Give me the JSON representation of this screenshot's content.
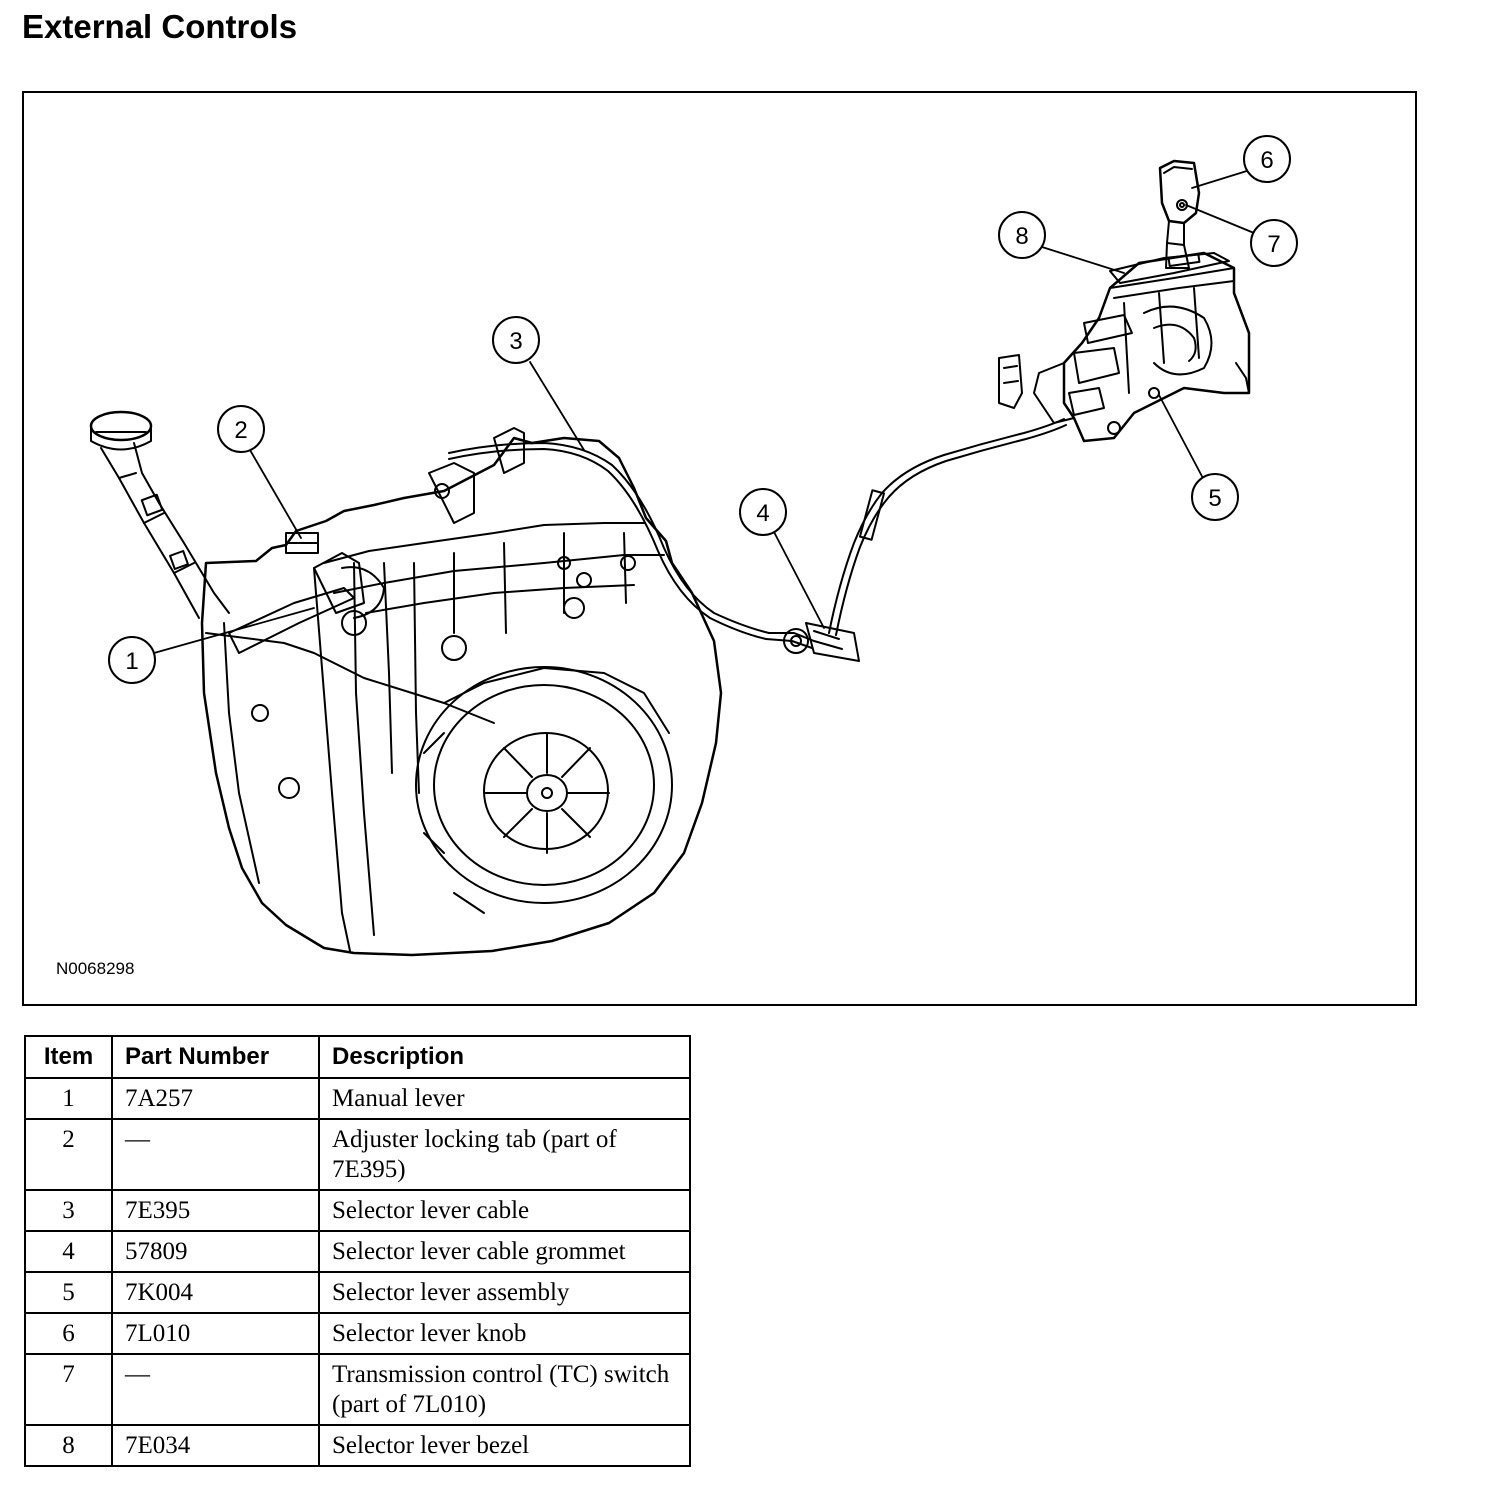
{
  "page": {
    "title": "External Controls"
  },
  "figure": {
    "id": "N0068298",
    "callouts": [
      "1",
      "2",
      "3",
      "4",
      "5",
      "6",
      "7",
      "8"
    ]
  },
  "table": {
    "headers": {
      "item": "Item",
      "part_number": "Part Number",
      "description": "Description"
    },
    "rows": [
      {
        "item": "1",
        "part_number": "7A257",
        "description": "Manual lever"
      },
      {
        "item": "2",
        "part_number": "—",
        "description": "Adjuster locking tab (part of 7E395)"
      },
      {
        "item": "3",
        "part_number": "7E395",
        "description": "Selector lever cable"
      },
      {
        "item": "4",
        "part_number": "57809",
        "description": "Selector lever cable grommet"
      },
      {
        "item": "5",
        "part_number": "7K004",
        "description": "Selector lever assembly"
      },
      {
        "item": "6",
        "part_number": "7L010",
        "description": "Selector lever knob"
      },
      {
        "item": "7",
        "part_number": "—",
        "description": "Transmission control (TC) switch (part of 7L010)"
      },
      {
        "item": "8",
        "part_number": "7E034",
        "description": "Selector lever bezel"
      }
    ]
  }
}
